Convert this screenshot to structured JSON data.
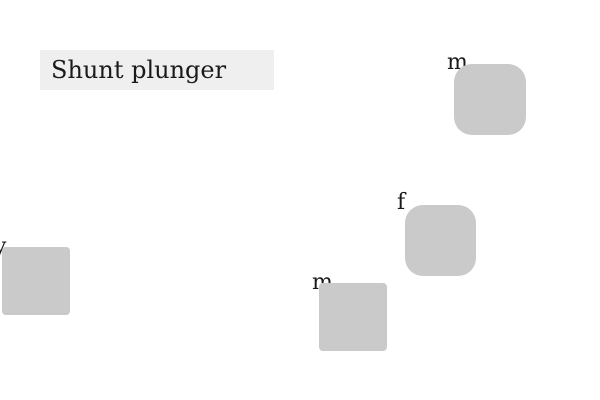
{
  "title": "Shunt plunger",
  "tiles": [
    {
      "label": "m"
    },
    {
      "label": "f"
    },
    {
      "label": "y"
    },
    {
      "label": "m"
    }
  ],
  "colors": {
    "tile_fill": "#cacaca",
    "title_background": "#efefef",
    "text": "#1a1a1a"
  }
}
